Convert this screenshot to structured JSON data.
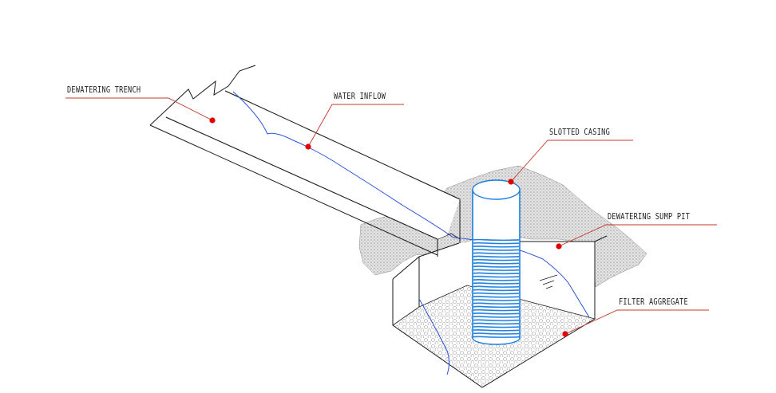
{
  "diagram": {
    "labels": {
      "trench": "DEWATERING TRENCH",
      "inflow": "WATER INFLOW",
      "casing": "SLOTTED CASING",
      "sump": "DEWATERING SUMP PIT",
      "aggregate": "FILTER AGGREGATE"
    },
    "colors": {
      "line": "#1a1a1a",
      "water": "#2a52d8",
      "casing": "#1e7fe0",
      "marker": "#e00000",
      "soil_fill": "#d8d8d8",
      "leader": "#c0392b"
    },
    "icons": [
      "ground-break-icon",
      "water-level-icon"
    ]
  }
}
